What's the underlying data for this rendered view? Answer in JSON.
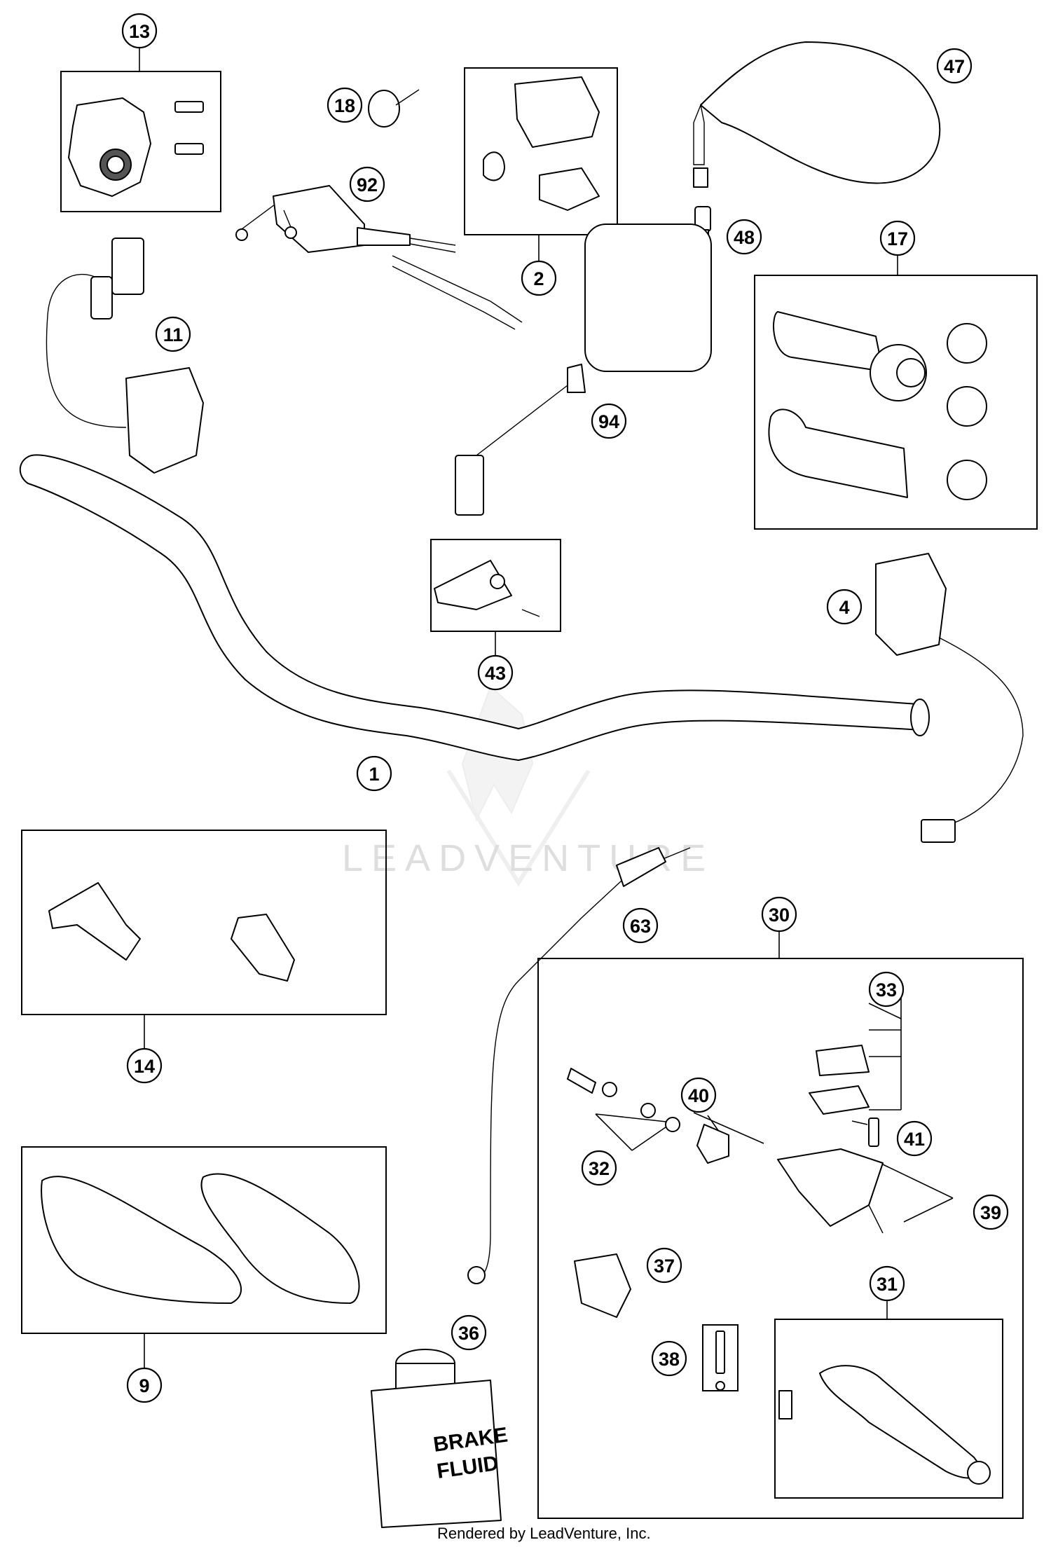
{
  "diagram": {
    "footer": "Rendered by LeadVenture, Inc.",
    "watermark": "LEADVENTURE",
    "brake_fluid_label_line1": "BRAKE",
    "brake_fluid_label_line2": "FLUID",
    "callouts": [
      "13",
      "18",
      "92",
      "2",
      "47",
      "48",
      "17",
      "11",
      "94",
      "43",
      "4",
      "1",
      "63",
      "30",
      "33",
      "14",
      "40",
      "41",
      "32",
      "39",
      "37",
      "31",
      "36",
      "38",
      "9"
    ]
  }
}
